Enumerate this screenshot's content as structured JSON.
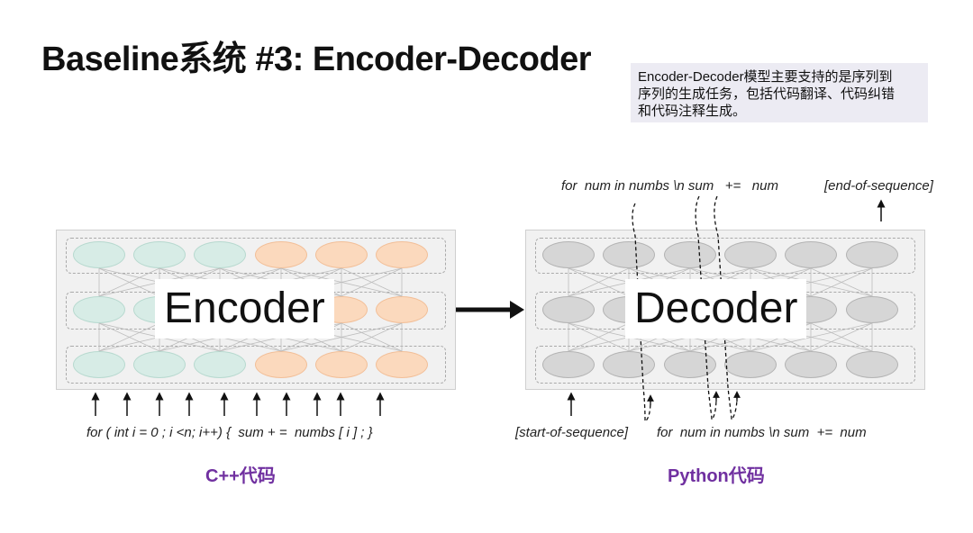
{
  "slide": {
    "title": "Baseline系统 #3: Encoder-Decoder",
    "note_lines": [
      "Encoder-Decoder模型主要支持的是序列到",
      "序列的生成任务，包括代码翻译、代码纠错",
      "和代码注释生成。"
    ]
  },
  "encoder": {
    "label": "Encoder",
    "input_text": "for ( int i = 0 ; i <n; i++) {  sum + =  numbs [ i ] ; }",
    "language_label": "C++代码",
    "colors": {
      "teal": "#d7ece6",
      "orange": "#fbd9bd"
    }
  },
  "decoder": {
    "label": "Decoder",
    "input_text": "[start-of-sequence]",
    "input_tokens_text": "for  num in numbs \\n sum  +=  num",
    "output_text": "for  num in numbs \\n sum   +=   num",
    "end_token": "[end-of-sequence]",
    "language_label": "Python代码",
    "colors": {
      "node": "#d6d6d6"
    }
  }
}
